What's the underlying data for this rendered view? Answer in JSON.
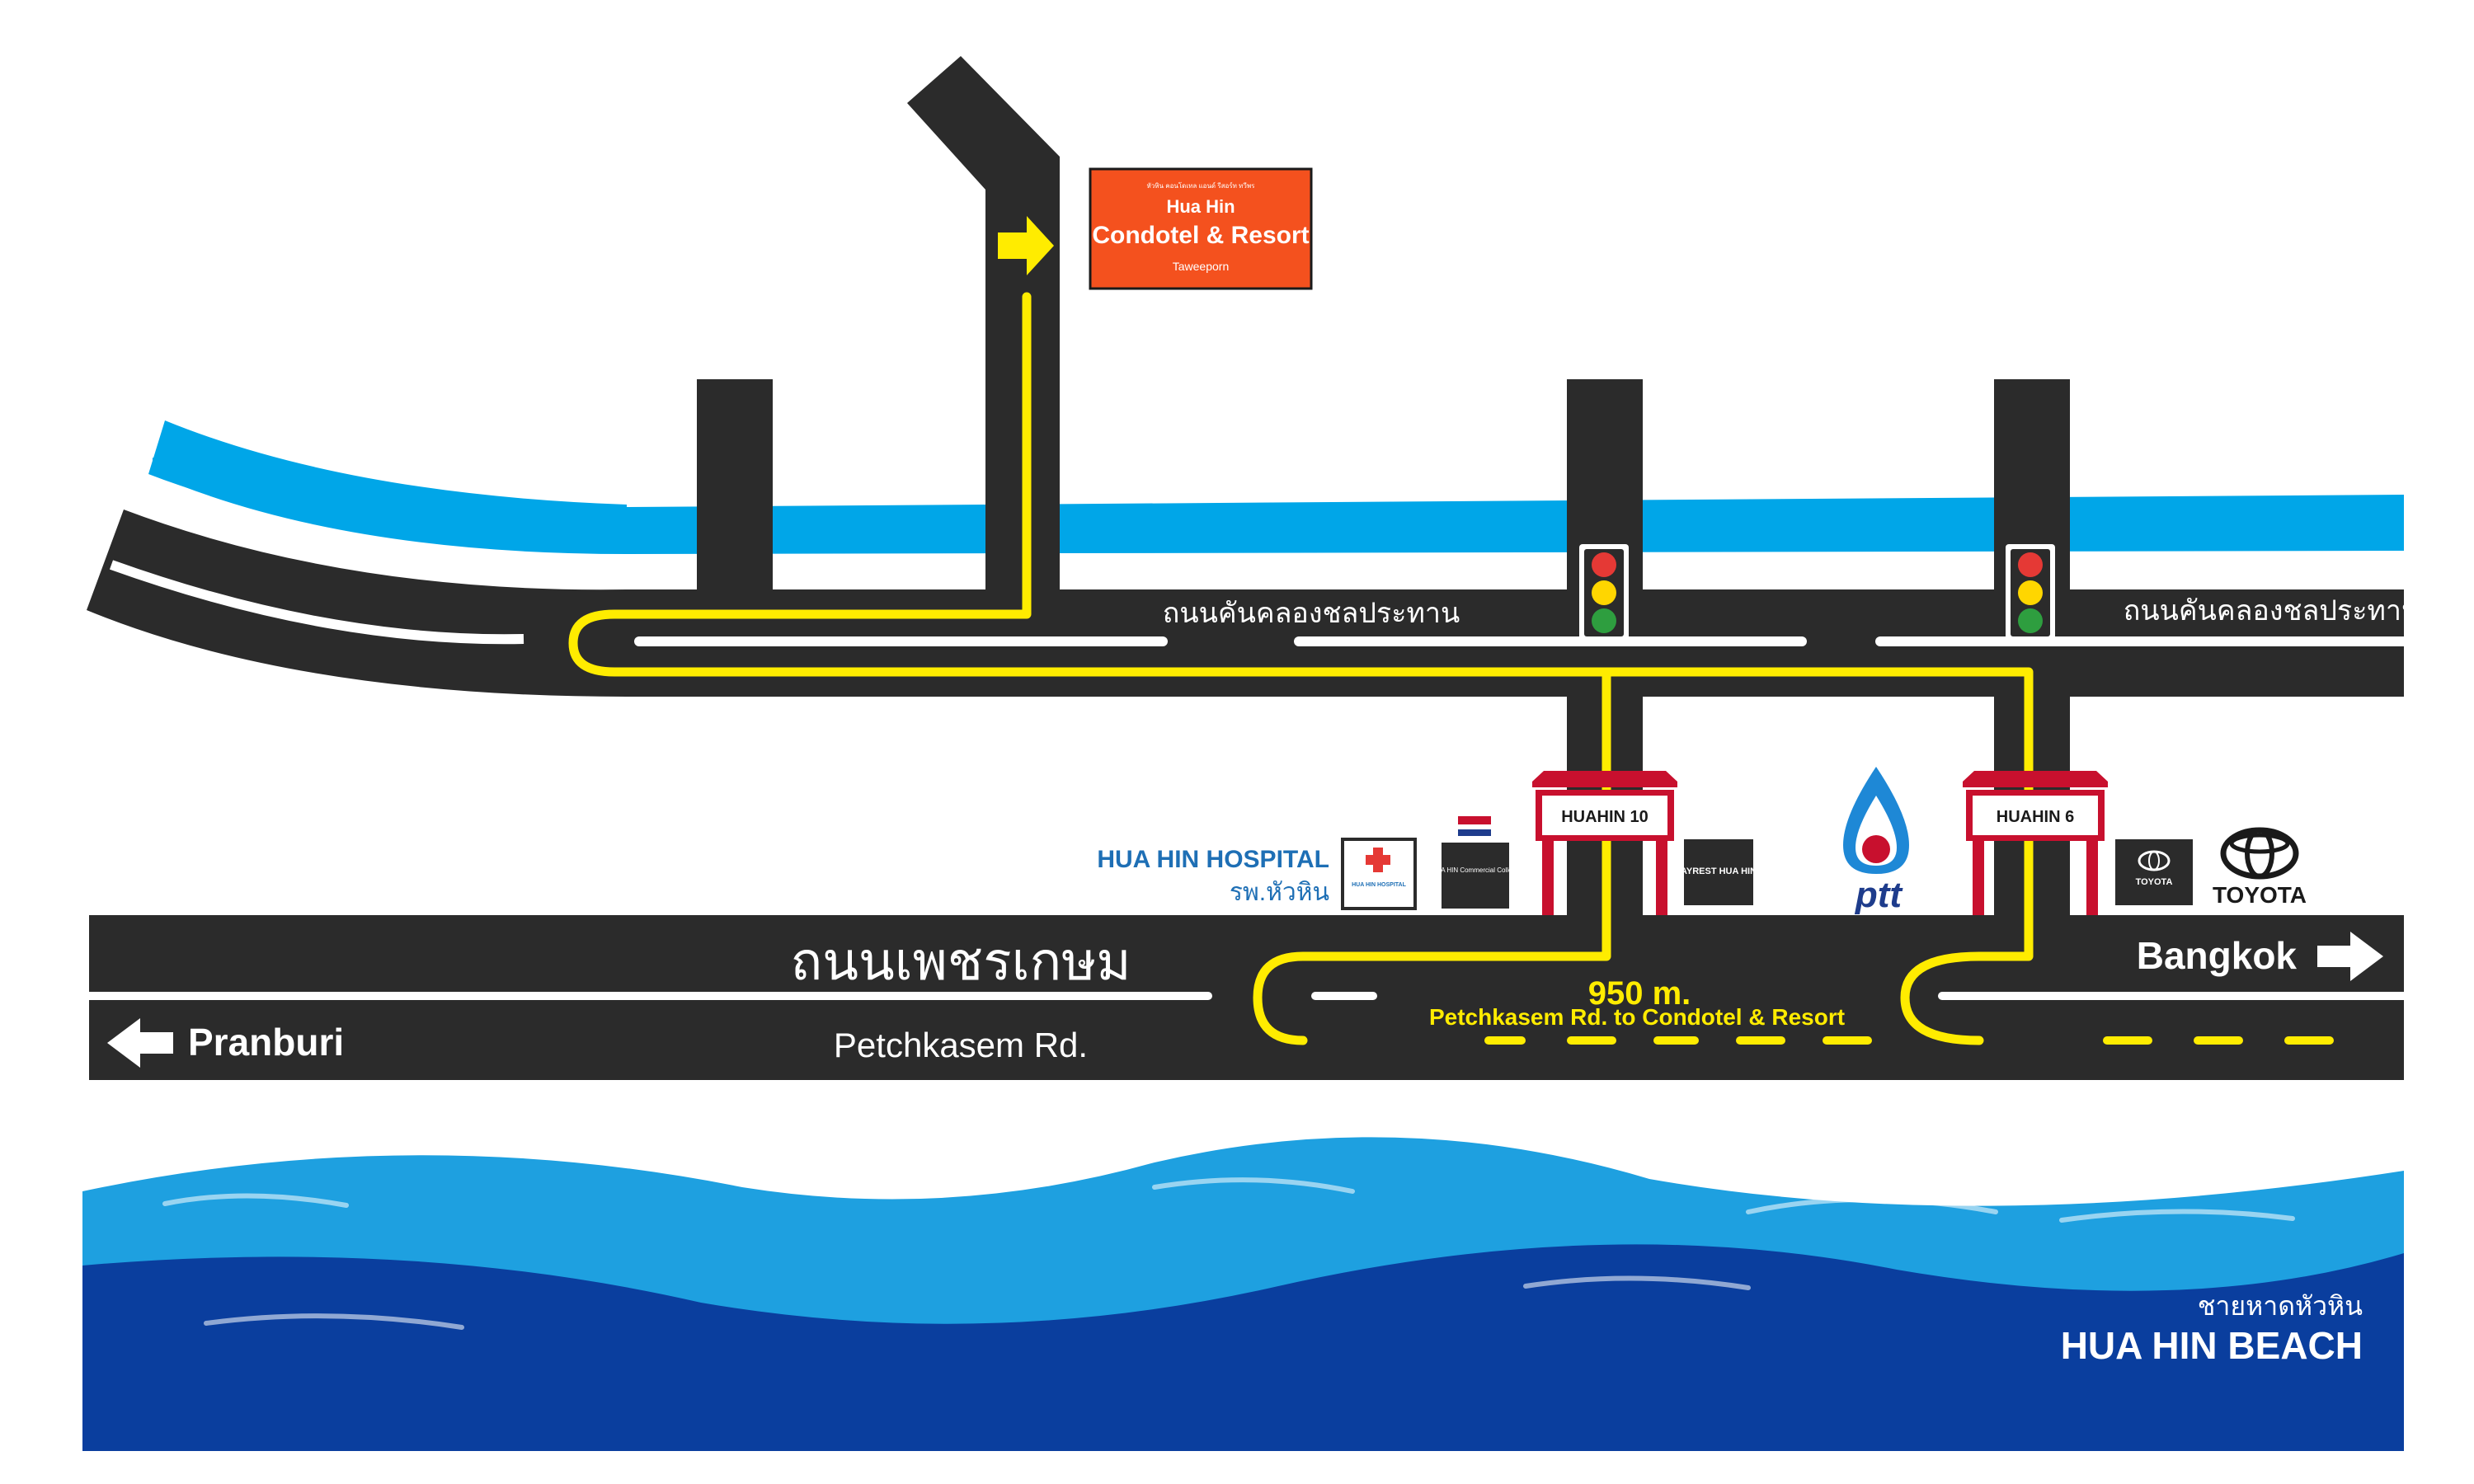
{
  "resort_sign": {
    "small_top": "หัวหิน คอนโดเทล แอนด์ รีสอร์ท ทวีพร",
    "line1": "Hua Hin",
    "line2": "Condotel & Resort",
    "line3": "Taweeporn"
  },
  "canal_road": {
    "label_left": "ถนนคันคลองชลประทาน",
    "label_right": "ถนนคันคลองชลประทาน"
  },
  "petchkasem": {
    "thai_name": "ถนนเพชรเกษม",
    "english_name": "Petchkasem Rd."
  },
  "directions": {
    "left": "Pranburi",
    "right": "Bangkok"
  },
  "route": {
    "distance": "950 m.",
    "description": "Petchkasem Rd. to Condotel & Resort"
  },
  "landmarks": {
    "hospital_en": "HUA HIN HOSPITAL",
    "hospital_th": "รพ.หัวหิน",
    "hospital_logo_text": "HUA HIN HOSPITAL",
    "college_logo_text": "HUA HIN Commercial College",
    "ayrest": "AYREST HUA HIN",
    "ptt": "ptt",
    "toyota_dealer": "TOYOTA",
    "toyota": "TOYOTA"
  },
  "gates": {
    "left": "HUAHIN 10",
    "right": "HUAHIN 6"
  },
  "beach": {
    "thai": "ชายหาดหัวหิน",
    "english": "HUA HIN BEACH"
  },
  "colors": {
    "road": "#2b2b2b",
    "route": "#ffec00",
    "canal": "#00a6e8",
    "resort_sign": "#f4511e",
    "gate": "#c8102e",
    "sea_light": "#1ea0e0",
    "sea_dark": "#0a3e9e"
  }
}
